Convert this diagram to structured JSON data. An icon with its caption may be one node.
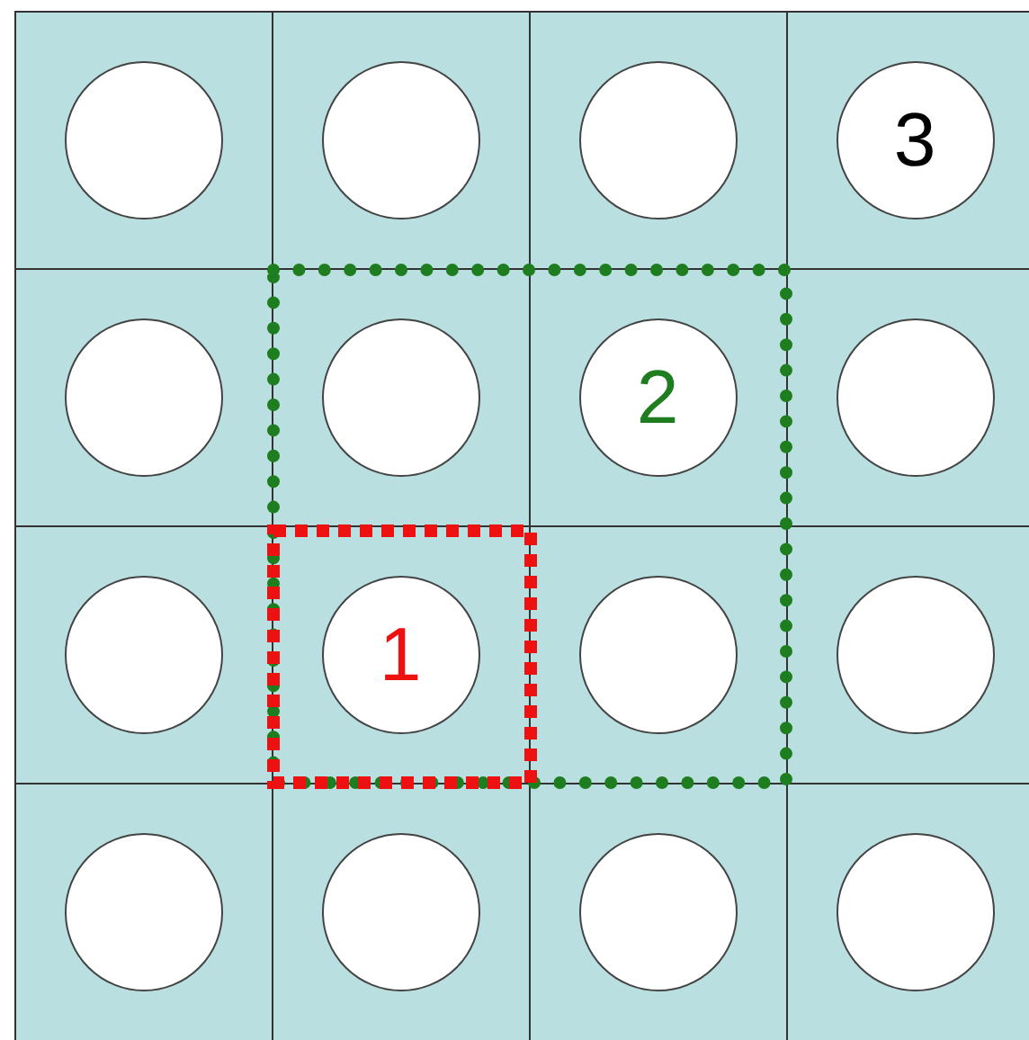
{
  "diagram": {
    "nodes": [
      {
        "text": [],
        "shape": "circle"
      },
      {
        "text": [],
        "shape": "circle"
      },
      {
        "text": [],
        "shape": "circle"
      },
      {
        "text": [
          "3"
        ]
      },
      {
        "text": [],
        "shape": "circle"
      },
      {
        "text": [],
        "shape": "circle"
      },
      {
        "text": [
          "2"
        ]
      },
      {
        "text": [],
        "shape": "circle"
      },
      {
        "text": [],
        "shape": "circle"
      },
      {
        "text": [
          "1"
        ]
      },
      {
        "text": [],
        "shape": "circle"
      },
      {
        "text": [],
        "shape": "circle"
      },
      {
        "text": [],
        "shape": "circle"
      },
      {
        "text": [],
        "shape": "circle"
      },
      {
        "text": [],
        "shape": "circle"
      },
      {
        "text": [],
        "shape": "circle"
      }
    ]
  }
}
